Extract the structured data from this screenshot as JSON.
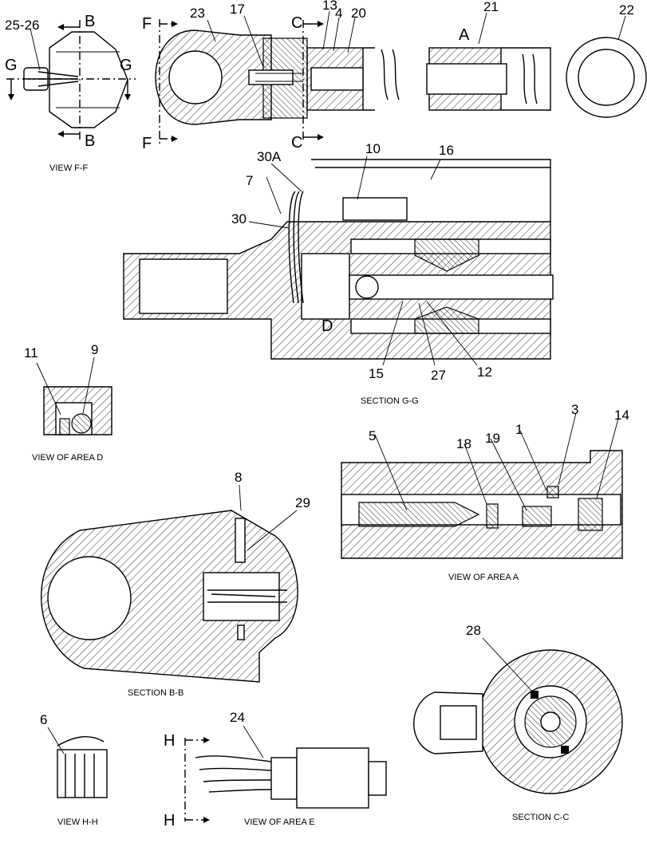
{
  "callouts": {
    "c1": "1",
    "c3": "3",
    "c4": "4",
    "c5": "5",
    "c6": "6",
    "c7": "7",
    "c8": "8",
    "c9": "9",
    "c10": "10",
    "c11": "11",
    "c12": "12",
    "c13": "13",
    "c14": "14",
    "c15": "15",
    "c16": "16",
    "c17": "17",
    "c18": "18",
    "c19": "19",
    "c20": "20",
    "c21": "21",
    "c22": "22",
    "c23": "23",
    "c24": "24",
    "c25_26": "25-26",
    "c27": "27",
    "c28": "28",
    "c29": "29",
    "c30": "30",
    "c30a": "30A"
  },
  "section_letters": {
    "A": "A",
    "B": "B",
    "C": "C",
    "D": "D",
    "F": "F",
    "G": "G",
    "H": "H"
  },
  "captions": {
    "view_ff": "VIEW F-F",
    "section_gg": "SECTION G-G",
    "view_area_d": "VIEW OF AREA D",
    "view_area_a": "VIEW OF AREA  A",
    "section_bb": "SECTION B-B",
    "section_cc": "SECTION C-C",
    "view_hh": "VIEW H-H",
    "view_area_e": "VIEW OF AREA E"
  }
}
